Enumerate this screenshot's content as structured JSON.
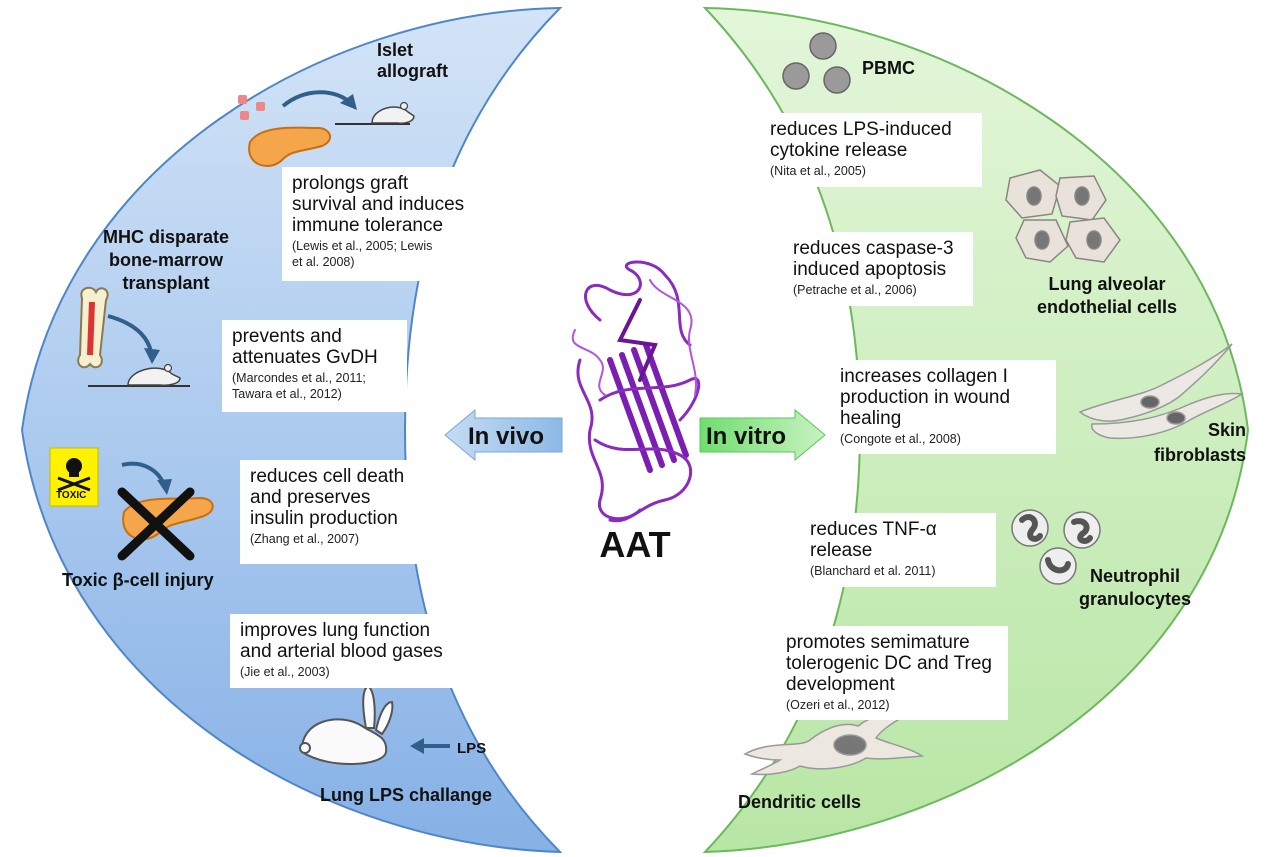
{
  "center_label": "AAT",
  "left": {
    "arrow_label": "In vivo",
    "models": {
      "islet": "Islet\nallograft",
      "mhc": "MHC disparate\nbone-marrow\ntransplant",
      "toxic": "Toxic β-cell injury",
      "toxic_sign": "TOXIC",
      "lps_arrow": "LPS",
      "lung": "Lung LPS challange"
    },
    "boxes": [
      {
        "text": "prolongs graft\nsurvival and induces\nimmune tolerance",
        "ref": "(Lewis et al., 2005; Lewis\net al. 2008)"
      },
      {
        "text": "prevents and\nattenuates GvDH",
        "ref": "(Marcondes et al., 2011;\nTawara et al., 2012)"
      },
      {
        "text": "reduces cell death\nand preserves\ninsulin production",
        "ref": "(Zhang et al., 2007)"
      },
      {
        "text": "improves lung function\nand arterial blood gases",
        "ref": "(Jie et al., 2003)"
      }
    ]
  },
  "right": {
    "arrow_label": "In vitro",
    "cells": {
      "pbmc": "PBMC",
      "lung": "Lung alveolar\nendothelial cells",
      "skin": "Skin\nfibroblasts",
      "neutrophil": "Neutrophil\ngranulocytes",
      "dendritic": "Dendritic cells"
    },
    "boxes": [
      {
        "text": "reduces LPS-induced\ncytokine release",
        "ref": "(Nita et al., 2005)"
      },
      {
        "text": "reduces caspase-3\ninduced apoptosis",
        "ref": "(Petrache et al., 2006)"
      },
      {
        "text": "increases collagen I\nproduction in wound\nhealing",
        "ref": "(Congote et al., 2008)"
      },
      {
        "text": "reduces TNF-α\nrelease",
        "ref": "(Blanchard et al. 2011)"
      },
      {
        "text": "promotes semimature\ntolerogenic DC and Treg\ndevelopment",
        "ref": "(Ozeri et al., 2012)"
      }
    ]
  },
  "colors": {
    "left_fill": "#a9c9ef",
    "right_fill": "#c8ebb8",
    "left_arrow": "#9fc3e7",
    "right_arrow": "#8fe38f",
    "protein": "#8a2bbf"
  }
}
